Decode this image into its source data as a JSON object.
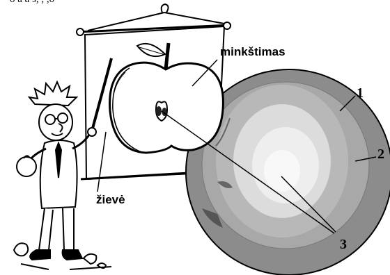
{
  "top_fragment": "o a a s, , ,o",
  "labels": {
    "pulp": "minkštimas",
    "peel": "žievė",
    "num1": "1",
    "num2": "2",
    "num3": "3"
  },
  "colors": {
    "ink": "#000000",
    "paper": "#ffffff",
    "globe_outer": "#8c8c8c",
    "globe_mid": "#b4b4b4",
    "globe_inner": "#dcdcdc",
    "globe_core": "#f4f4f4"
  }
}
